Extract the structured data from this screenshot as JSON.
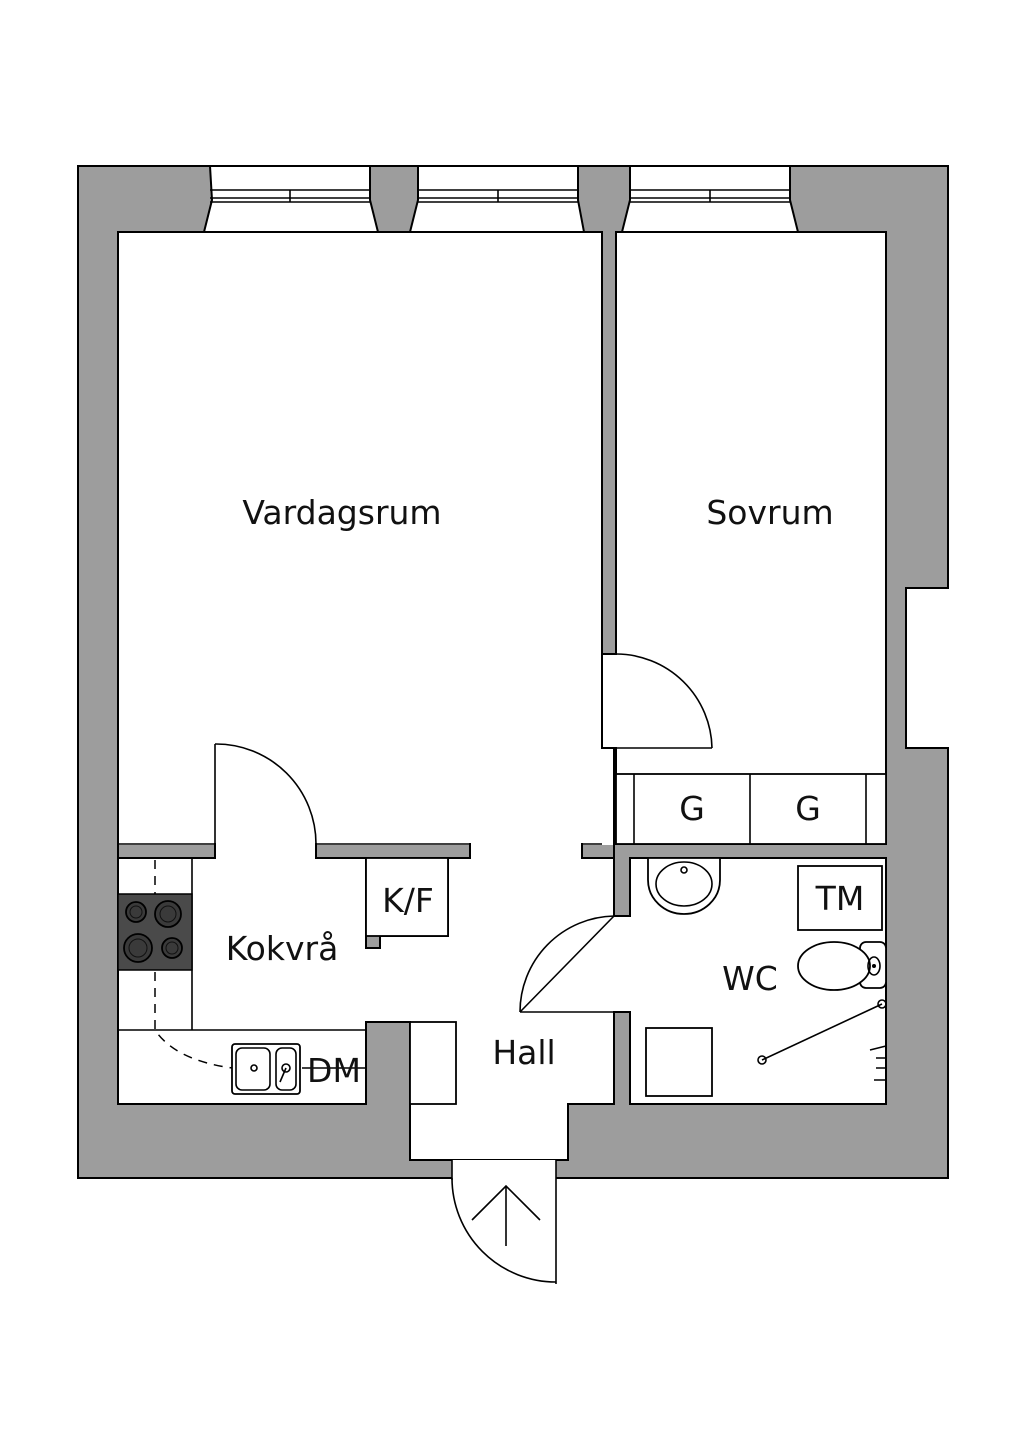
{
  "rooms": {
    "living": "Vardagsrum",
    "bedroom": "Sovrum",
    "kitchen": "Kokvrå",
    "hall": "Hall",
    "bathroom": "WC"
  },
  "fixtures": {
    "fridge_freezer": "K/F",
    "wardrobe_1": "G",
    "wardrobe_2": "G",
    "washing_machine": "TM",
    "dishwasher": "DM"
  },
  "colors": {
    "wall": "#9d9d9d",
    "line": "#000000",
    "background": "#ffffff"
  }
}
